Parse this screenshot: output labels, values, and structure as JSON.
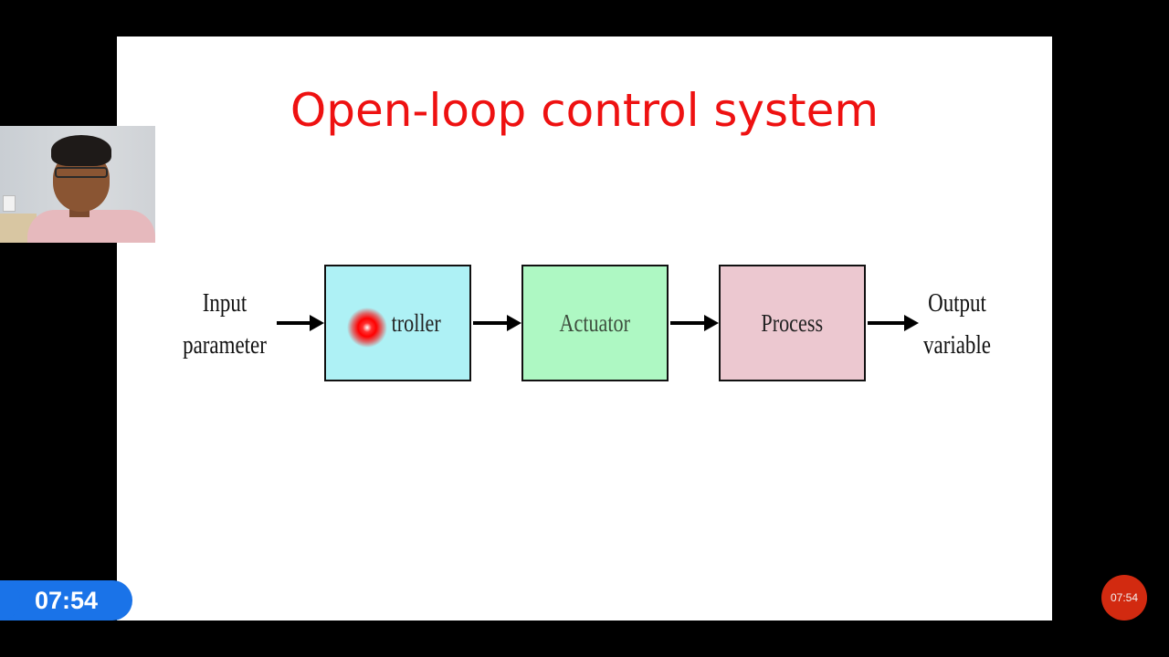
{
  "slide": {
    "title": "Open-loop control system"
  },
  "diagram": {
    "input_label_line1": "Input",
    "input_label_line2": "parameter",
    "blocks": [
      {
        "label": "troller",
        "color": "#aef1f5"
      },
      {
        "label": "Actuator",
        "color": "#aef8c3"
      },
      {
        "label": "Process",
        "color": "#ecc8d0"
      }
    ],
    "output_label_line1": "Output",
    "output_label_line2": "variable"
  },
  "overlay": {
    "timer": "07:54",
    "record_timer": "07:54",
    "laser_pointer_color": "#ff0000",
    "timer_color": "#1a73e8",
    "record_color": "#d22a10"
  },
  "webcam": {
    "description_icon": "presenter-webcam"
  }
}
